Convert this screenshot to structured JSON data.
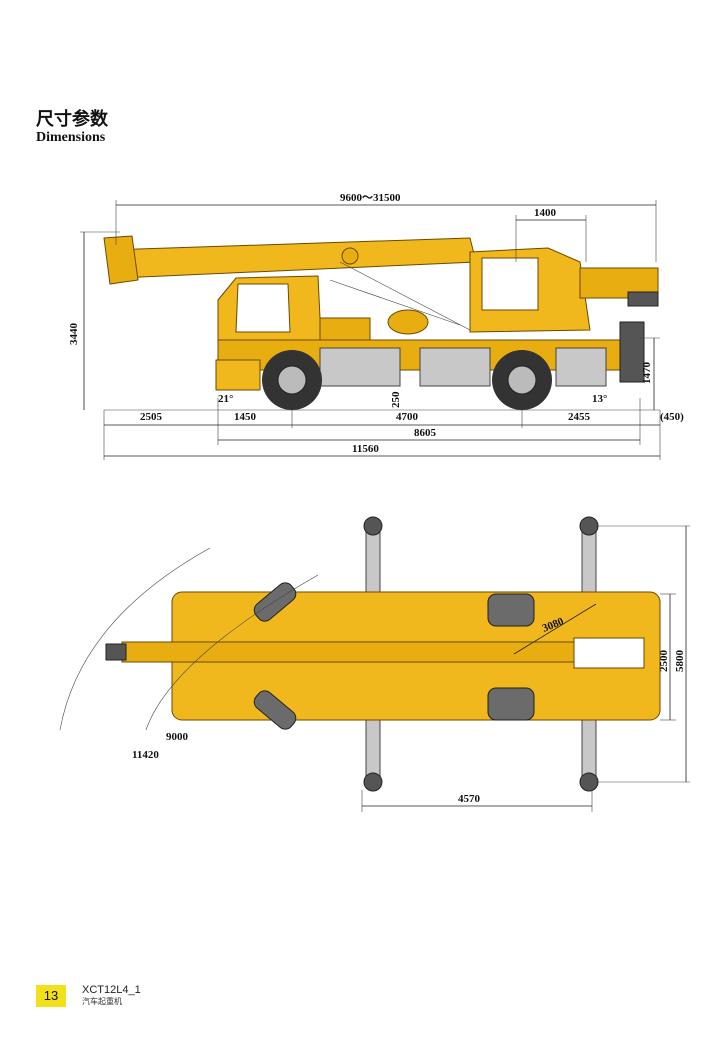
{
  "title_cn": "尺寸参数",
  "title_en": "Dimensions",
  "side_view": {
    "boom_range": "9600～31500",
    "dim_1400": "1400",
    "height_total": "3440",
    "height_frame": "1470",
    "dim_2505": "2505",
    "dim_1450": "1450",
    "dim_4700": "4700",
    "dim_2455": "2455",
    "dim_450": "(450)",
    "dim_8605": "8605",
    "dim_11560": "11560",
    "angle_front": "21°",
    "angle_rear": "13°",
    "clearance": "250"
  },
  "top_view": {
    "radius_3080": "3080",
    "radius_9000": "9000",
    "radius_11420": "11420",
    "width_2500": "2500",
    "width_5800": "5800",
    "outrigger_span": "4570"
  },
  "footer": {
    "page_number": "13",
    "model": "XCT12L4_1",
    "model_cn": "汽车起重机"
  }
}
